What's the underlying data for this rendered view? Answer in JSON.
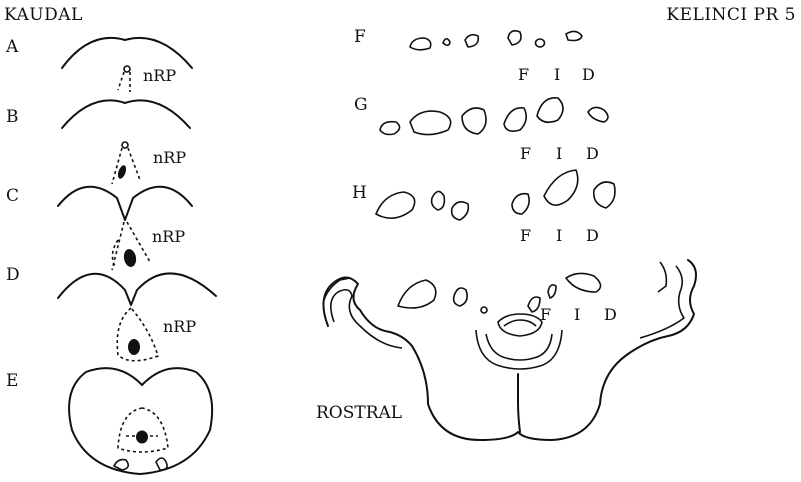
{
  "header": {
    "left": "KAUDAL",
    "right": "KELINCI PR 5"
  },
  "caudal_panels": [
    {
      "letter": "A",
      "label": "nRP"
    },
    {
      "letter": "B",
      "label": "nRP"
    },
    {
      "letter": "C",
      "label": "nRP"
    },
    {
      "letter": "D",
      "label": "nRP"
    },
    {
      "letter": "E"
    }
  ],
  "rostral_rows": [
    {
      "letter": "F",
      "tags": [
        "F",
        "I",
        "D"
      ]
    },
    {
      "letter": "G",
      "tags": [
        "F",
        "I",
        "D"
      ]
    },
    {
      "letter": "H",
      "tags": [
        "F",
        "I",
        "D"
      ]
    },
    {
      "tags": [
        "F",
        "I",
        "D"
      ]
    }
  ],
  "rostral_label": "ROSTRAL"
}
